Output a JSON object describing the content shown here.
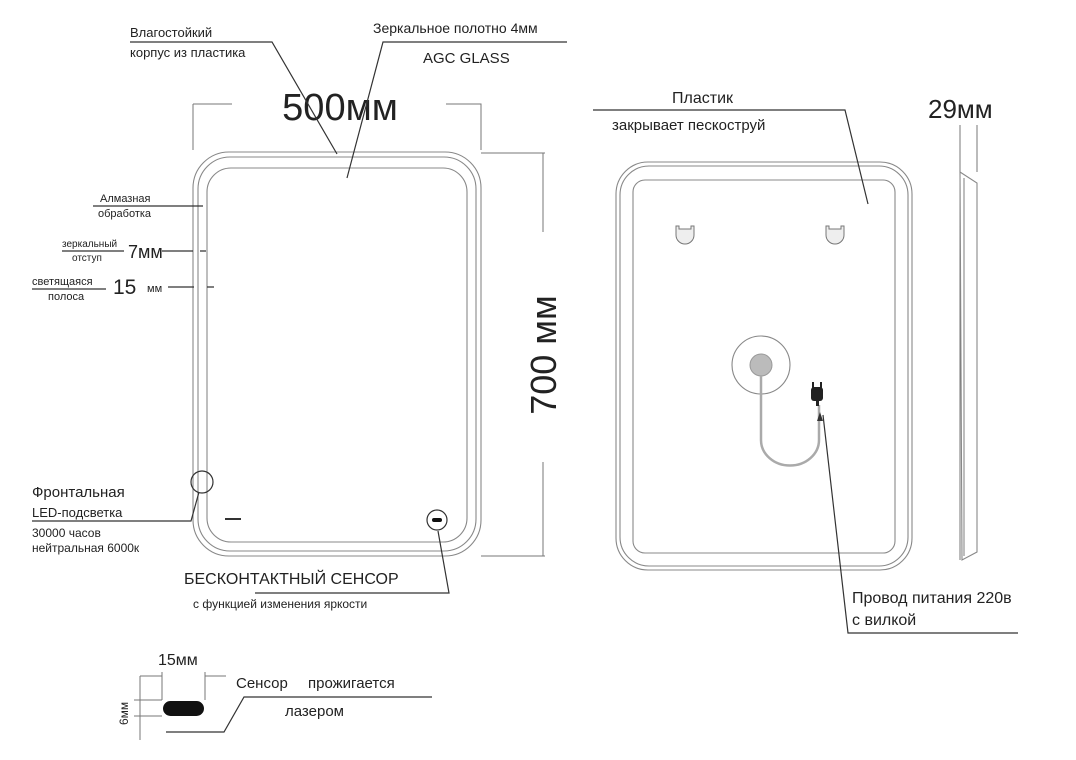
{
  "front": {
    "width_label": "500мм",
    "height_label": "700 мм",
    "housing_line1": "Влагостойкий",
    "housing_line2": "корпус из пластика",
    "glass_line1": "Зеркальное  полотно 4мм",
    "glass_line2": "AGC GLASS",
    "diamond_line1": "Алмазная",
    "diamond_line2": "обработка",
    "offset_line1": "зеркальный",
    "offset_line2": "отступ",
    "offset_value": "7мм",
    "strip_line1": "светящаяся",
    "strip_line2": "полоса",
    "strip_value": "15",
    "strip_unit": "мм",
    "led_line1": "Фронтальная",
    "led_line2": "LED-подсветка",
    "led_line3": "30000 часов",
    "led_line4": "нейтральная 6000к",
    "sensor_line1": "БЕСКОНТАКТНЫЙ СЕНСОР",
    "sensor_line2": "с функцией изменения яркости"
  },
  "back": {
    "plastic_line1": "Пластик",
    "plastic_line2": "закрывает пескоструй",
    "cable_line1": "Провод питания 220в",
    "cable_line2": "с вилкой"
  },
  "side": {
    "depth_label": "29мм"
  },
  "sensor_detail": {
    "width_label": "15мм",
    "height_label": "6мм",
    "note_line1a": "Сенсор",
    "note_line1b": "прожигается",
    "note_line2": "лазером"
  }
}
